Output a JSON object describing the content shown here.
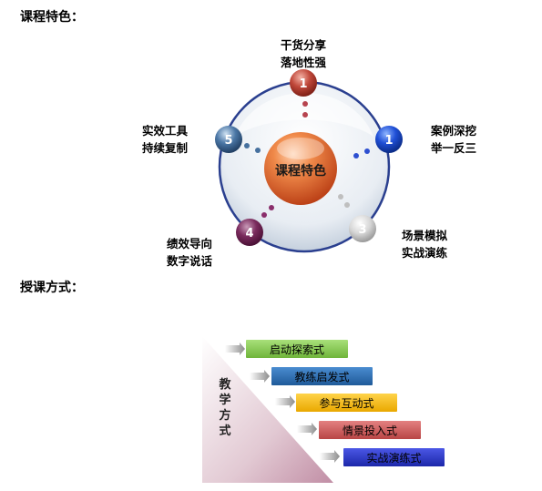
{
  "section1_title": "课程特色：",
  "section2_title": "授课方式：",
  "center_label": "课程特色",
  "nodes": [
    {
      "number": "1",
      "line1": "干货分享",
      "line2": "落地性强"
    },
    {
      "number": "1",
      "line1": "案例深挖",
      "line2": "举一反三"
    },
    {
      "number": "3",
      "line1": "场景模拟",
      "line2": "实战演练"
    },
    {
      "number": "4",
      "line1": "绩效导向",
      "line2": "数字说话"
    },
    {
      "number": "5",
      "line1": "实效工具",
      "line2": "持续复制"
    }
  ],
  "teaching_label": [
    "教",
    "学",
    "方",
    "式"
  ],
  "methods": [
    {
      "label": "启动探索式",
      "color": "#8fd14f"
    },
    {
      "label": "教练启发式",
      "color": "#2e74b5"
    },
    {
      "label": "参与互动式",
      "color": "#f5b800"
    },
    {
      "label": "情景投入式",
      "color": "#cd5c5c"
    },
    {
      "label": "实战演练式",
      "color": "#2633c9"
    }
  ]
}
